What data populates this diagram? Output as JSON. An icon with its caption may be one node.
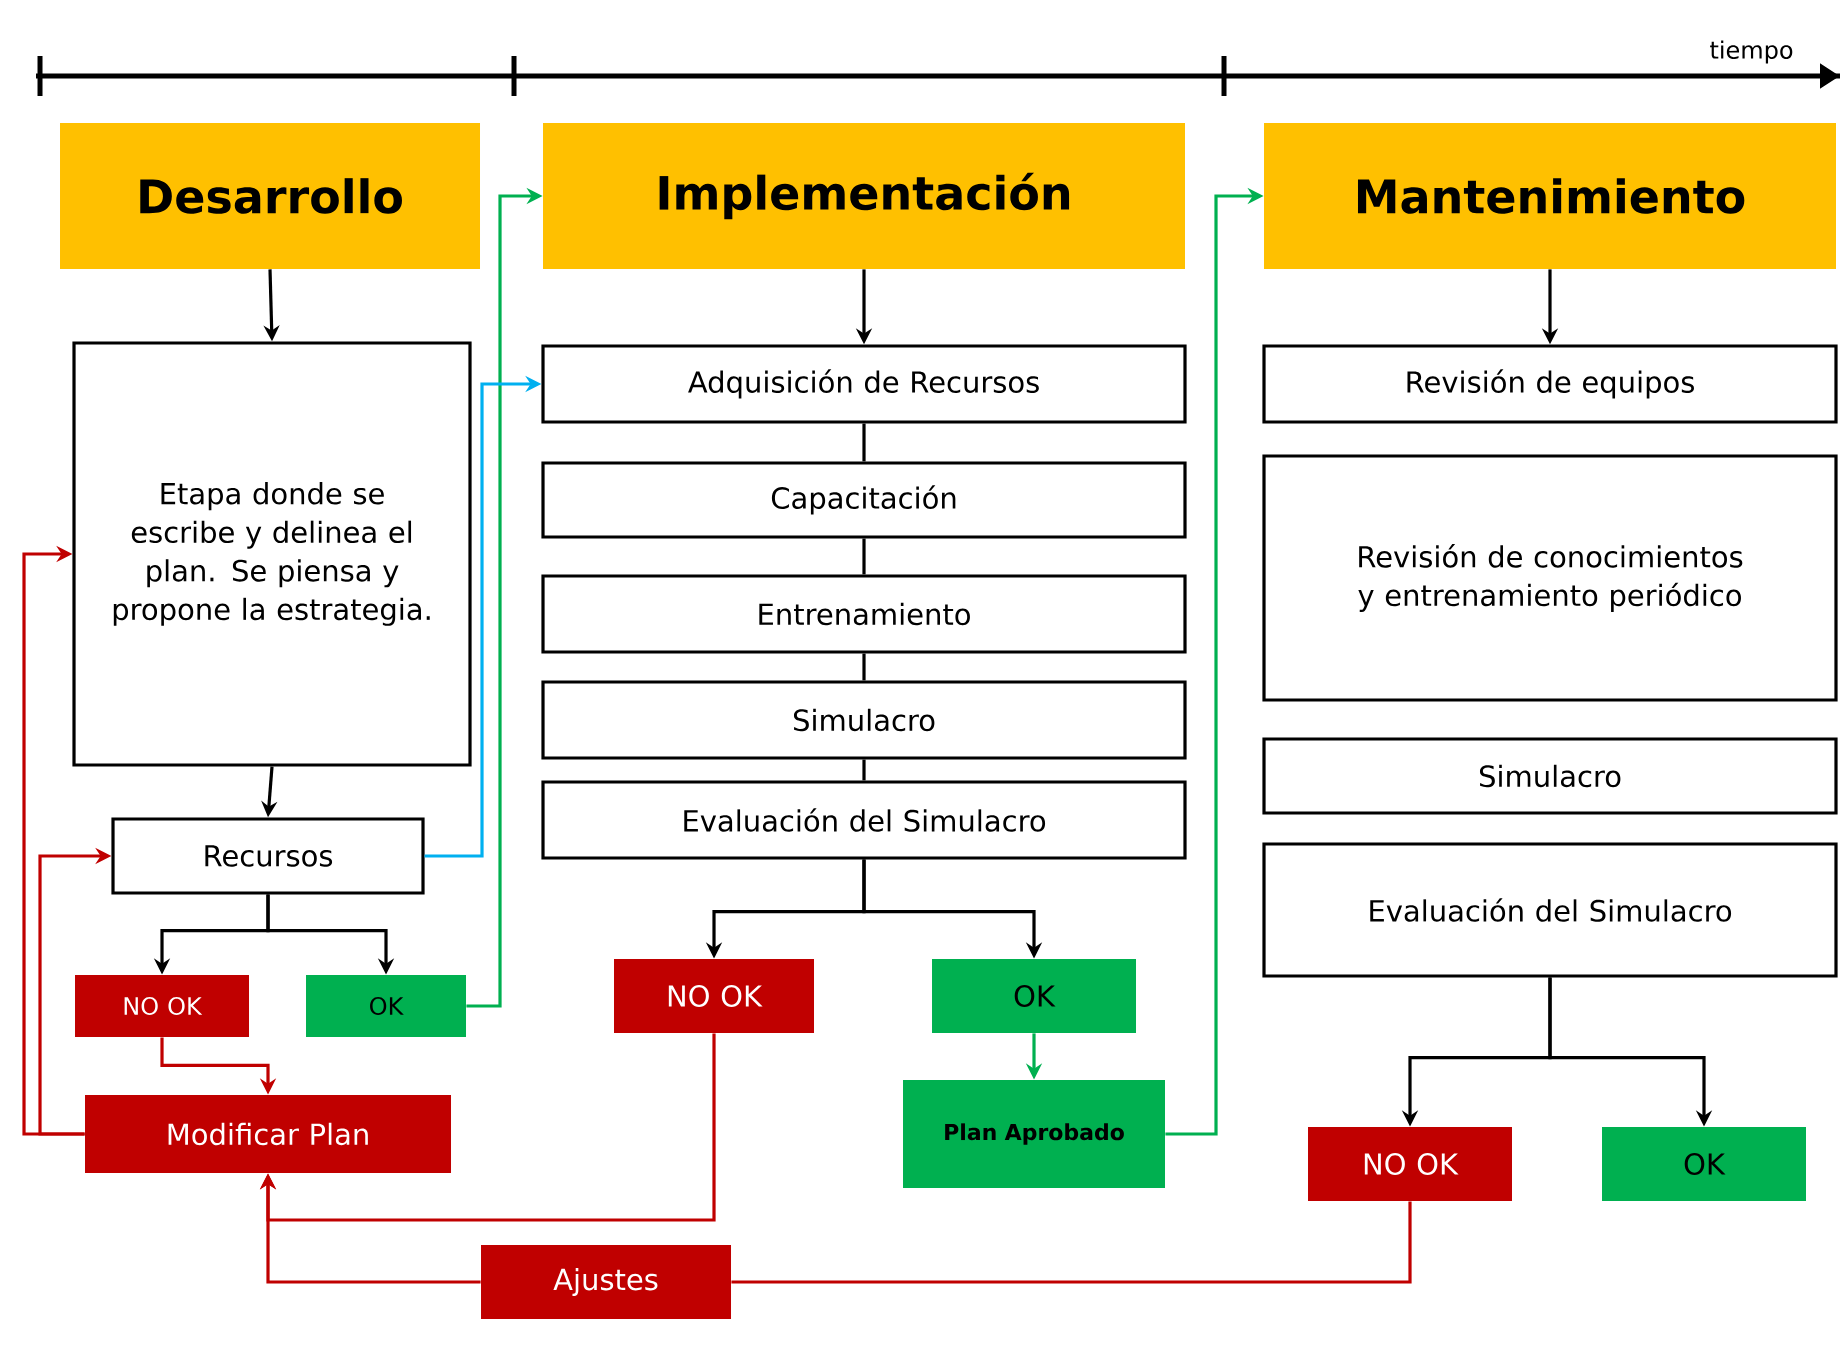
{
  "diagram": {
    "nodes": [
      {
        "text": [
          "Desarrollo"
        ]
      },
      {
        "text": [
          "Implementación"
        ]
      },
      {
        "text": [
          "Mantenimiento"
        ]
      },
      {
        "text": [
          "Etapa donde se escribe y delinea el plan. Se piensa y propone la estrategia."
        ]
      },
      {
        "text": [
          "Recursos"
        ]
      },
      {
        "text": [
          "NO OK"
        ]
      },
      {
        "text": [
          "OK"
        ]
      },
      {
        "text": [
          "Modificar Plan"
        ]
      },
      {
        "text": [
          "Adquisición de Recursos"
        ]
      },
      {
        "text": [
          "Capacitación"
        ]
      },
      {
        "text": [
          "Entrenamiento"
        ]
      },
      {
        "text": [
          "Simulacro"
        ]
      },
      {
        "text": [
          "Evaluación del Simulacro"
        ]
      },
      {
        "text": [
          "NO OK"
        ]
      },
      {
        "text": [
          "OK"
        ]
      },
      {
        "text": [
          "Plan Aprobado"
        ]
      },
      {
        "text": [
          "Revisión de equipos"
        ]
      },
      {
        "text": [
          "Revisión de conocimientos y entrenamiento periódico"
        ]
      },
      {
        "text": [
          "Simulacro"
        ]
      },
      {
        "text": [
          "Evaluación del Simulacro"
        ]
      },
      {
        "text": [
          "NO OK"
        ]
      },
      {
        "text": [
          "OK"
        ]
      },
      {
        "text": [
          "Ajustes"
        ]
      }
    ],
    "edges": [
      {
        "from": 0,
        "to": 3,
        "arrow": "to"
      },
      {
        "from": 1,
        "to": 8,
        "arrow": "to"
      },
      {
        "from": 2,
        "to": 16,
        "arrow": "to"
      },
      {
        "from": 3,
        "to": 4,
        "arrow": "to"
      },
      {
        "from": 4,
        "to": 5,
        "arrow": "to"
      },
      {
        "from": 4,
        "to": 6,
        "arrow": "to"
      },
      {
        "from": 5,
        "to": 7,
        "arrow": "to",
        "color": "#c00000"
      },
      {
        "from": 7,
        "to": 3,
        "arrow": "to",
        "color": "#c00000"
      },
      {
        "from": 7,
        "to": 4,
        "arrow": "to",
        "color": "#c00000"
      },
      {
        "from": 6,
        "to": 1,
        "arrow": "to",
        "color": "#00b050"
      },
      {
        "from": 4,
        "to": 8,
        "arrow": "to",
        "color": "#00b0f0"
      },
      {
        "from": 8,
        "to": 9,
        "arrow": "none"
      },
      {
        "from": 9,
        "to": 10,
        "arrow": "none"
      },
      {
        "from": 10,
        "to": 11,
        "arrow": "none"
      },
      {
        "from": 11,
        "to": 12,
        "arrow": "none"
      },
      {
        "from": 12,
        "to": 13,
        "arrow": "to"
      },
      {
        "from": 12,
        "to": 14,
        "arrow": "to"
      },
      {
        "from": 14,
        "to": 15,
        "arrow": "to",
        "color": "#00b050"
      },
      {
        "from": 15,
        "to": 2,
        "arrow": "to",
        "color": "#00b050"
      },
      {
        "from": 19,
        "to": 20,
        "arrow": "to"
      },
      {
        "from": 19,
        "to": 21,
        "arrow": "to"
      },
      {
        "from": 13,
        "to": 7,
        "arrow": "to",
        "color": "#c00000"
      },
      {
        "from": 20,
        "to": 22,
        "arrow": "none",
        "color": "#c00000"
      },
      {
        "from": 22,
        "to": 7,
        "arrow": "to",
        "color": "#c00000"
      }
    ],
    "labels": [
      "tiempo"
    ]
  }
}
